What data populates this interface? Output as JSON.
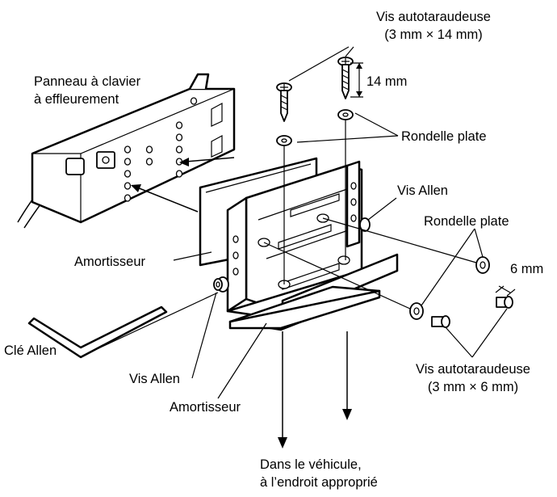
{
  "labels": {
    "self_tapping_top_title": "Vis autotaraudeuse",
    "self_tapping_top_size": "(3 mm × 14 mm)",
    "dim_14mm": "14 mm",
    "panel_line1": "Panneau à clavier",
    "panel_line2": "à effleurement",
    "flat_washer_top": "Rondelle plate",
    "allen_screw_right": "Vis Allen",
    "flat_washer_right": "Rondelle plate",
    "dim_6mm": "6 mm",
    "damper_left": "Amortisseur",
    "allen_key": "Clé Allen",
    "allen_screw_bottom": "Vis Allen",
    "self_tapping_bottom_title": "Vis autotaraudeuse",
    "self_tapping_bottom_size": "(3 mm × 6 mm)",
    "damper_bottom": "Amortisseur",
    "vehicle_line1": "Dans le véhicule,",
    "vehicle_line2": "à l’endroit approprié"
  }
}
